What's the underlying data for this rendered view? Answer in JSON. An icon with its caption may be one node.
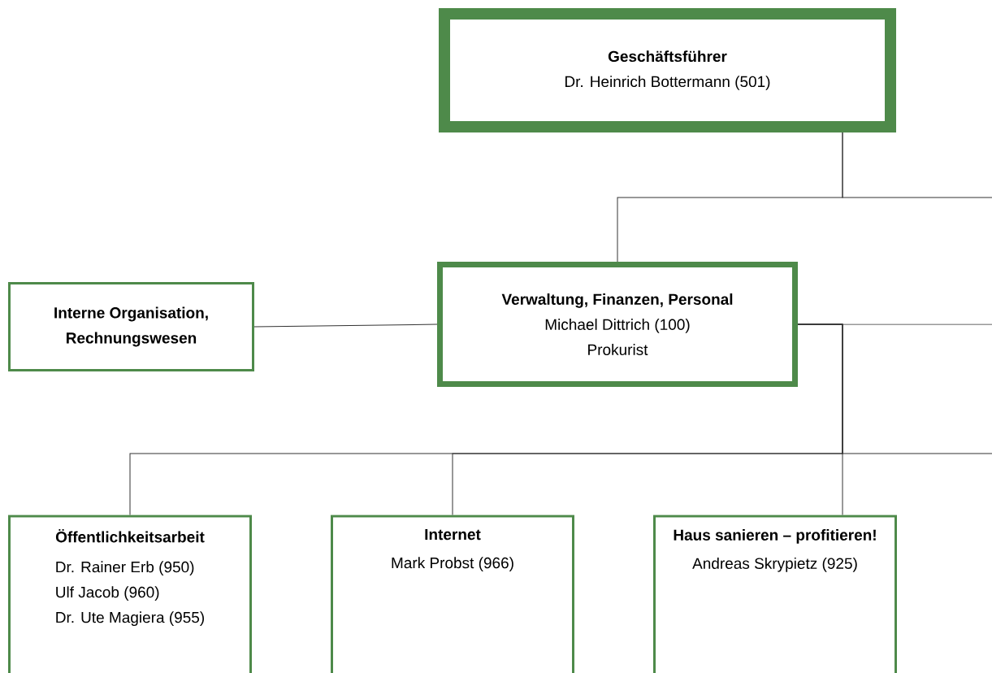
{
  "diagram": {
    "nodes": [
      {
        "text": [
          "Geschäftsführer",
          "Dr. Heinrich Bottermann (501)"
        ]
      },
      {
        "text": [
          "Interne Organisation, Rechnungswesen"
        ]
      },
      {
        "text": [
          "Verwaltung, Finanzen, Personal",
          "Michael Dittrich (100)",
          "Prokurist"
        ]
      },
      {
        "text": [
          "Öffentlichkeitsarbeit",
          "Dr. Rainer Erb (950)",
          "Ulf Jacob (960)",
          "Dr. Ute Magiera (955)"
        ]
      },
      {
        "text": [
          "Internet",
          "Mark Probst (966)"
        ]
      },
      {
        "text": [
          "Haus sanieren – profitieren!",
          "Andreas Skrypietz (925)"
        ]
      }
    ],
    "edges": [
      {
        "from": 0,
        "to": 2,
        "arrow": "none"
      },
      {
        "from": 0,
        "to": null,
        "arrow": "none"
      },
      {
        "from": 2,
        "to": 1,
        "arrow": "none"
      },
      {
        "from": 2,
        "to": null,
        "arrow": "none"
      },
      {
        "from": 2,
        "to": 3,
        "arrow": "none"
      },
      {
        "from": 2,
        "to": 4,
        "arrow": "none"
      },
      {
        "from": 2,
        "to": 5,
        "arrow": "none"
      },
      {
        "from": 2,
        "to": null,
        "arrow": "none"
      }
    ]
  }
}
